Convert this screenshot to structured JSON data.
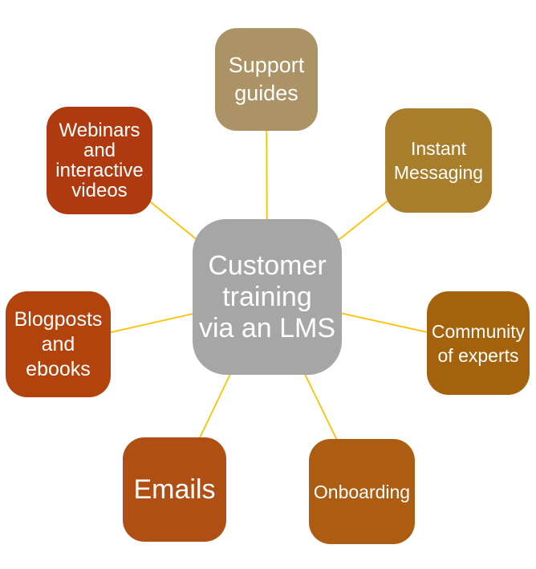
{
  "diagram": {
    "type": "radial-hub-spoke",
    "connector_color": "#FFC000",
    "text_color": "#FFFFFF",
    "center": {
      "id": "customer-training-via-an-lms",
      "label": "Customer\ntraining\nvia an LMS",
      "color": "#A6A6A6"
    },
    "nodes": [
      {
        "id": "support-guides",
        "label": "Support\nguides",
        "color": "#AC9365"
      },
      {
        "id": "instant-messaging",
        "label": "Instant\nMessaging",
        "color": "#A87D2B"
      },
      {
        "id": "community-of-experts",
        "label": "Community\nof experts",
        "color": "#A4620D"
      },
      {
        "id": "onboarding",
        "label": "Onboarding",
        "color": "#AC5D11"
      },
      {
        "id": "emails",
        "label": "Emails",
        "color": "#B04F13"
      },
      {
        "id": "blogposts-and-ebooks",
        "label": "Blogposts\nand\nebooks",
        "color": "#B2430D"
      },
      {
        "id": "webinars-and-interactive-videos",
        "label": "Webinars\nand\ninteractive\nvideos",
        "color": "#B03A10"
      }
    ]
  }
}
